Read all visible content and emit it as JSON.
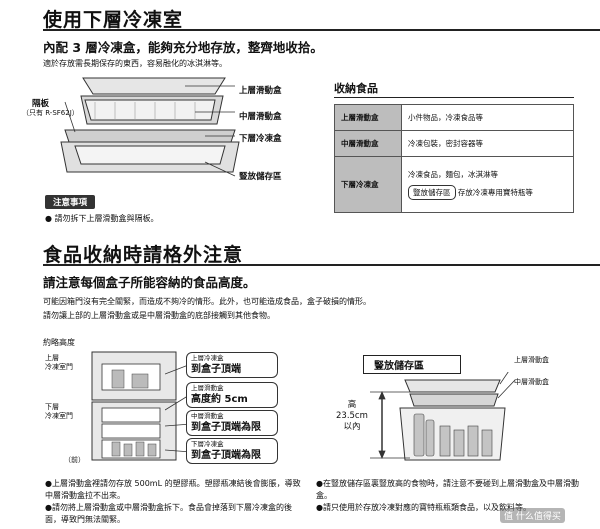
{
  "section1": {
    "title": "使用下層冷凍室",
    "subtitle": "內配 3 層冷凍盒，能夠充分地存放，整齊地收拾。",
    "intro": "適於存放需長期保存的東西，容易融化的冰淇淋等。",
    "diagram_labels": {
      "divider": "隔板",
      "divider_note": "（只有 R-SF62J）",
      "upper": "上層滑動盒",
      "middle": "中層滑動盒",
      "lower": "下層冷凍盒",
      "upright": "豎放儲存區"
    },
    "notice_tag": "注意事項",
    "notice_text": "請勿拆下上層滑動盒與隔板。"
  },
  "storage_table": {
    "title": "收納食品",
    "rows": [
      {
        "name": "上層滑動盒",
        "items": "小件物品，冷凍食品等"
      },
      {
        "name": "中層滑動盒",
        "items": "冷凍包裝，密封容器等"
      },
      {
        "name": "下層冷凍盒",
        "items": "冷凍食品，麵包，冰淇淋等",
        "pill": "豎放儲存區",
        "pill_text": "存放冷凍專用寶特瓶等"
      }
    ]
  },
  "section2": {
    "title": "食品收納時請格外注意",
    "subtitle": "請注意每個盒子所能容納的食品高度。",
    "line1": "可能因箱門沒有完全關緊，而造成不夠冷的情形。此外，也可能造成食品，盒子破損的情形。",
    "line2": "請勿讓上部的上層滑動盒或是中層滑動盒的底部接觸到其他食物。",
    "approx_height": "約略高度",
    "left_diagram": {
      "upper_door": "上層\n冷凍室門",
      "lower_door": "下層\n冷凍室門",
      "front": "（前）",
      "callouts": [
        {
          "small": "上層冷凍盒",
          "big": "到盒子頂端"
        },
        {
          "small": "上層滑動盒",
          "big": "高度約 5cm"
        },
        {
          "small": "中層滑動盒",
          "big": "到盒子頂端為限"
        },
        {
          "small": "下層冷凍盒",
          "big": "到盒子頂端為限"
        }
      ]
    },
    "right_diagram": {
      "title": "豎放儲存區",
      "upper": "上層滑動盒",
      "middle": "中層滑動盒",
      "height_label": "高\n23.5cm\n以內"
    },
    "bullets_left": [
      "上層滑動盒裡請勿存放 500mL 的塑膠瓶。塑膠瓶凍結後會膨脹，導致中層滑動盒拉不出來。",
      "請勿將上層滑動盒或中層滑動盒拆下。食品會掉落到下層冷凍盒的後面，導致門無法關緊。"
    ],
    "bullets_right": [
      "在豎放儲存區裏豎放高的食物時，請注意不要碰到上層滑動盒及中層滑動盒。",
      "請只使用於存放冷凍對應的寶特瓶瓶類食品，以及飲料等。"
    ]
  },
  "watermark": "值 什么值得买"
}
